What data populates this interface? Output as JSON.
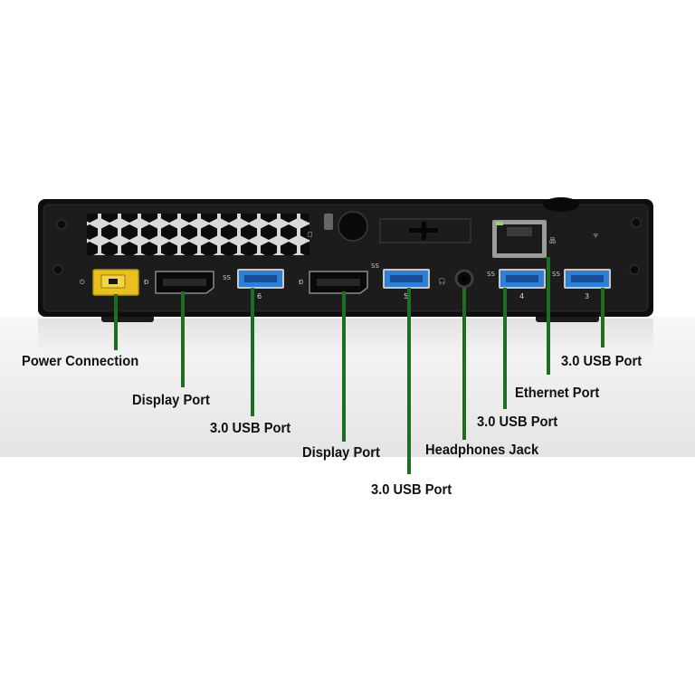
{
  "labels": {
    "power_connection": "Power Connection",
    "display_port_1": "Display Port",
    "usb_port_6": "3.0 USB Port",
    "display_port_2": "Display Port",
    "usb_port_5": "3.0 USB Port",
    "headphones_jack": "Headphones Jack",
    "usb_port_4": "3.0 USB Port",
    "ethernet_port": "Ethernet Port",
    "usb_port_3": "3.0 USB Port"
  },
  "port_markings": {
    "usb_6_number": "6",
    "usb_5_number": "5",
    "usb_4_number": "4",
    "usb_3_number": "3",
    "ss_tag": "SS"
  },
  "colors": {
    "connector_line": "#1f6e1f",
    "chassis": "#151515",
    "usb_blue": "#2f7fd6",
    "power_yellow": "#e8c020"
  },
  "icons": {
    "power": "power-plug-icon",
    "displayport": "displayport-icon",
    "usb": "usb-superspeed-icon",
    "headphones": "headphones-icon",
    "ethernet": "network-icon",
    "lock": "kensington-lock-icon"
  }
}
